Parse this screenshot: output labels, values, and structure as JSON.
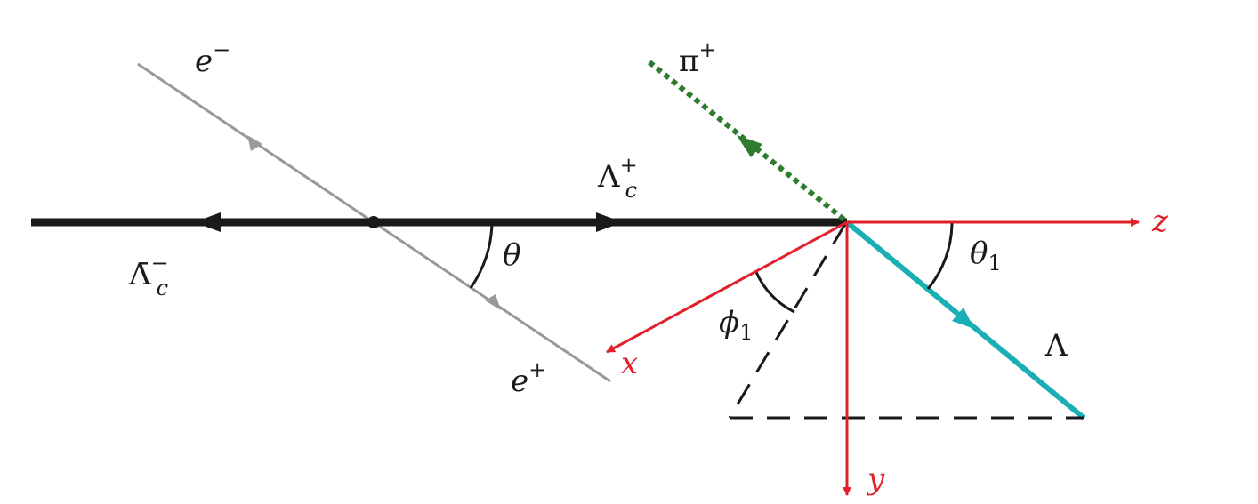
{
  "colors": {
    "lambda_c_line": "#1a1a1a",
    "beam_line": "#999999",
    "pion_line": "#2e7d2e",
    "lambda_line": "#1aaeb5",
    "axis": "#e0202a",
    "dashed": "#1a1a1a",
    "text": "#1a1a1a"
  },
  "labels": {
    "e_minus": {
      "base": "e",
      "sup": "−"
    },
    "e_plus": {
      "base": "e",
      "sup": "+"
    },
    "pi_plus": {
      "base": "π",
      "sup": "+"
    },
    "lambda_c_plus": {
      "base": "Λ",
      "sub": "c",
      "sup": "+"
    },
    "lambda_c_bar_minus": {
      "base": "Λ̄",
      "sub": "c",
      "sup": "−"
    },
    "lambda": "Λ",
    "theta": "θ",
    "theta1": {
      "base": "θ",
      "sub": "1"
    },
    "phi1": {
      "base": "ϕ",
      "sub": "1"
    },
    "axis_x": "x",
    "axis_y": "y",
    "axis_z": "z"
  }
}
